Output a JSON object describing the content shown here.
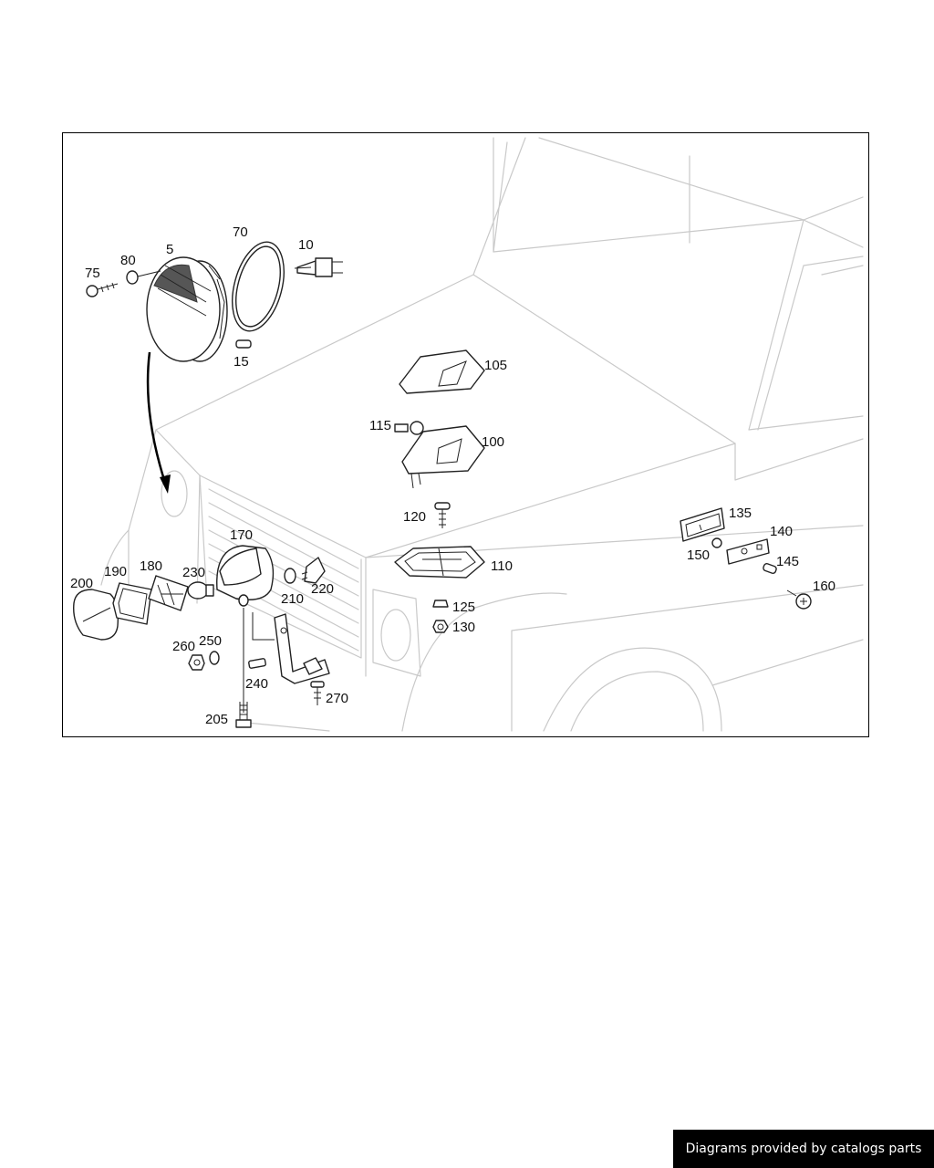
{
  "footer": {
    "credit": "Diagrams provided by catalogs parts"
  },
  "diagram": {
    "labels": {
      "p5": "5",
      "p10": "10",
      "p15": "15",
      "p70": "70",
      "p75": "75",
      "p80": "80",
      "p100": "100",
      "p105": "105",
      "p110": "110",
      "p115": "115",
      "p120": "120",
      "p125": "125",
      "p130": "130",
      "p135": "135",
      "p140": "140",
      "p145": "145",
      "p150": "150",
      "p160": "160",
      "p170": "170",
      "p180": "180",
      "p190": "190",
      "p200": "200",
      "p205": "205",
      "p210": "210",
      "p220": "220",
      "p230": "230",
      "p240": "240",
      "p250": "250",
      "p260": "260",
      "p270": "270"
    }
  }
}
